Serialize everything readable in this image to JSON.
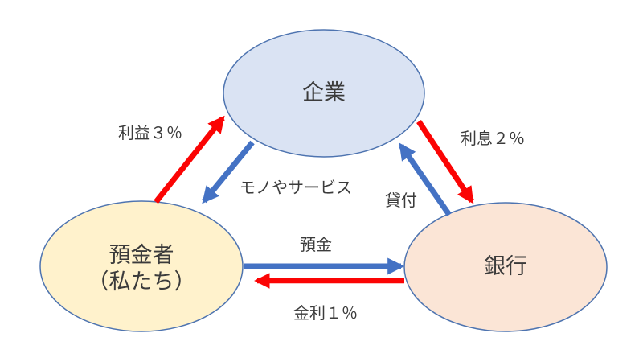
{
  "colors": {
    "arrow_red": "#fb0404",
    "arrow_blue": "#4472c4",
    "node_stroke": "#4e74b0",
    "text": "#3b3b3b",
    "background": "#ffffff"
  },
  "nodes": {
    "company": {
      "label": "企業",
      "fill": "#dae3f3"
    },
    "depositor": {
      "label_lines": [
        "預金者",
        "（私たち）"
      ],
      "fill": "#fff2cc"
    },
    "bank": {
      "label": "銀行",
      "fill": "#fbe5d6"
    }
  },
  "arrows": {
    "profit": {
      "label": "利益３％",
      "color_name": "red",
      "from": "預金者（私たち）",
      "to": "企業"
    },
    "goods_services": {
      "label": "モノやサービス",
      "color_name": "blue",
      "from": "企業",
      "to": "預金者（私たち）"
    },
    "interest_to_bank": {
      "label": "利息２％",
      "color_name": "red",
      "from": "企業",
      "to": "銀行"
    },
    "lending": {
      "label": "貸付",
      "color_name": "blue",
      "from": "銀行",
      "to": "企業"
    },
    "deposit": {
      "label": "預金",
      "color_name": "blue",
      "from": "預金者（私たち）",
      "to": "銀行"
    },
    "interest_to_depositor": {
      "label": "金利１％",
      "color_name": "red",
      "from": "銀行",
      "to": "預金者（私たち）"
    }
  }
}
